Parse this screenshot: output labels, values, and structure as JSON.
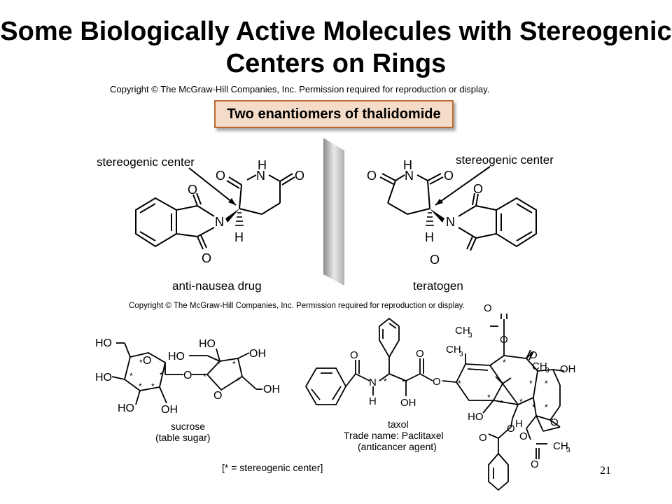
{
  "slide": {
    "title": "Some Biologically Active Molecules with Stereogenic Centers on Rings",
    "copyright_top": "Copyright © The McGraw-Hill Companies, Inc. Permission required for reproduction or display.",
    "copyright_bottom": "Copyright © The McGraw-Hill Companies, Inc. Permission required for reproduction or display.",
    "page_number": "21"
  },
  "thalidomide": {
    "banner": "Two enantiomers of thalidomide",
    "left_annotation": "stereogenic center",
    "right_annotation": "stereogenic center",
    "left_caption": "anti-nausea drug",
    "right_caption": "teratogen"
  },
  "sucrose": {
    "name": "sucrose",
    "description": "(table sugar)"
  },
  "taxol": {
    "name": "taxol",
    "trade_name": "Trade name: Paclitaxel",
    "description": "(anticancer agent)"
  },
  "legend": "[* = stereogenic center]",
  "atoms": {
    "H": "H",
    "N": "N",
    "O": "O",
    "HO": "HO",
    "OH": "OH",
    "CH3": "CH",
    "sub3": "3",
    "star": "*"
  }
}
